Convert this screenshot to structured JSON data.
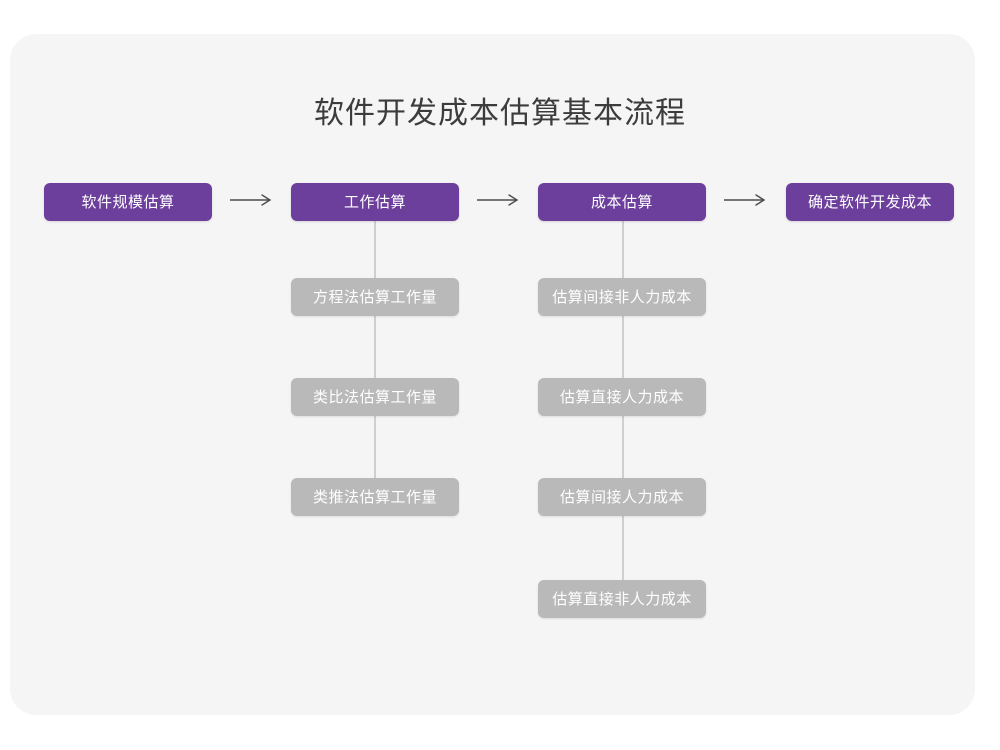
{
  "page": {
    "title": "软件开发成本估算基本流程",
    "background_color": "#ffffff",
    "card_color": "#f5f5f6"
  },
  "colors": {
    "primary": "#6d3f9c",
    "secondary": "#b9b9b9",
    "title_text": "#3c3c3c",
    "node_text": "#ffffff",
    "rail": "#cfcfcf",
    "arrow": "#4d4d4d"
  },
  "chart_data": {
    "type": "diagram",
    "title": "软件开发成本估算基本流程",
    "layout": "left-to-right process chain with vertical sub-step columns",
    "stages": [
      {
        "label": "软件规模估算",
        "color": "#6d3f9c",
        "substeps": []
      },
      {
        "label": "工作估算",
        "color": "#6d3f9c",
        "substeps": [
          "方程法估算工作量",
          "类比法估算工作量",
          "类推法估算工作量"
        ]
      },
      {
        "label": "成本估算",
        "color": "#6d3f9c",
        "substeps": [
          "估算间接非人力成本",
          "估算直接人力成本",
          "估算间接人力成本",
          "估算直接非人力成本"
        ]
      },
      {
        "label": "确定软件开发成本",
        "color": "#6d3f9c",
        "substeps": []
      }
    ],
    "connectors": [
      {
        "type": "arrow-right",
        "from": "软件规模估算",
        "to": "工作估算",
        "glyph": "⟶"
      },
      {
        "type": "arrow-right",
        "from": "工作估算",
        "to": "成本估算",
        "glyph": "⟶"
      },
      {
        "type": "arrow-right",
        "from": "成本估算",
        "to": "确定软件开发成本",
        "glyph": "⟶"
      }
    ]
  },
  "nodes": {
    "stage1": "软件规模估算",
    "stage2": "工作估算",
    "stage3": "成本估算",
    "stage4": "确定软件开发成本",
    "work_1": "方程法估算工作量",
    "work_2": "类比法估算工作量",
    "work_3": "类推法估算工作量",
    "cost_1": "估算间接非人力成本",
    "cost_2": "估算直接人力成本",
    "cost_3": "估算间接人力成本",
    "cost_4": "估算直接非人力成本"
  }
}
